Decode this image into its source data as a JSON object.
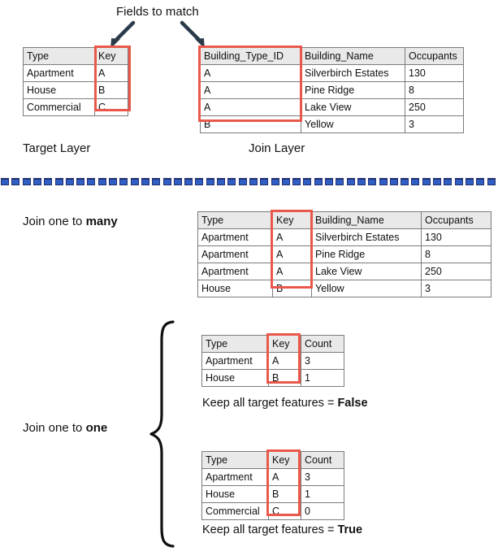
{
  "diagram": {
    "title_fields_to_match": "Fields to match",
    "labels": {
      "target_layer": "Target Layer",
      "join_layer": "Join Layer",
      "join_one_to_many_prefix": "Join one to ",
      "join_one_to_many_emphasis": "many",
      "join_one_to_one_prefix": "Join one to ",
      "join_one_to_one_emphasis": "one",
      "keep_all_false_prefix": "Keep all target features = ",
      "keep_all_false_emphasis": "False",
      "keep_all_true_prefix": "Keep all target features = ",
      "keep_all_true_emphasis": "True"
    },
    "colors": {
      "highlight_red": "#e8594c",
      "arrow_navy": "#2b3a4a",
      "header_fill": "#e9e9e9",
      "table_border": "#7b7b7b",
      "divider_blue": "#2f5fc4",
      "divider_blue_dark": "#24306e"
    },
    "icons": {
      "arrow_left": "arrow-down-left-icon",
      "arrow_right": "arrow-down-right-icon",
      "brace": "curly-brace-icon",
      "divider": "dashed-divider-icon"
    }
  },
  "tables": {
    "target_layer": {
      "name": "Target Layer",
      "headers": [
        "Type",
        "Key"
      ],
      "rows": [
        [
          "Apartment",
          "A"
        ],
        [
          "House",
          "B"
        ],
        [
          "Commercial",
          "C"
        ]
      ],
      "highlight_column": "Key"
    },
    "join_layer": {
      "name": "Join Layer",
      "headers": [
        "Building_Type_ID",
        "Building_Name",
        "Occupants"
      ],
      "rows": [
        [
          "A",
          "Silverbirch Estates",
          "130"
        ],
        [
          "A",
          "Pine Ridge",
          "8"
        ],
        [
          "A",
          "Lake View",
          "250"
        ],
        [
          "B",
          "Yellow",
          "3"
        ]
      ],
      "highlight_column": "Building_Type_ID"
    },
    "one_to_many": {
      "name": "Join one to many",
      "headers": [
        "Type",
        "Key",
        "Building_Name",
        "Occupants"
      ],
      "rows": [
        [
          "Apartment",
          "A",
          "Silverbirch Estates",
          "130"
        ],
        [
          "Apartment",
          "A",
          "Pine Ridge",
          "8"
        ],
        [
          "Apartment",
          "A",
          "Lake View",
          "250"
        ],
        [
          "House",
          "B",
          "Yellow",
          "3"
        ]
      ],
      "highlight_column": "Key"
    },
    "one_to_one_false": {
      "name": "Keep all target features = False",
      "headers": [
        "Type",
        "Key",
        "Count"
      ],
      "rows": [
        [
          "Apartment",
          "A",
          "3"
        ],
        [
          "House",
          "B",
          "1"
        ]
      ],
      "highlight_column": "Key"
    },
    "one_to_one_true": {
      "name": "Keep all target features = True",
      "headers": [
        "Type",
        "Key",
        "Count"
      ],
      "rows": [
        [
          "Apartment",
          "A",
          "3"
        ],
        [
          "House",
          "B",
          "1"
        ],
        [
          "Commercial",
          "C",
          "0"
        ]
      ],
      "highlight_column": "Key"
    }
  }
}
